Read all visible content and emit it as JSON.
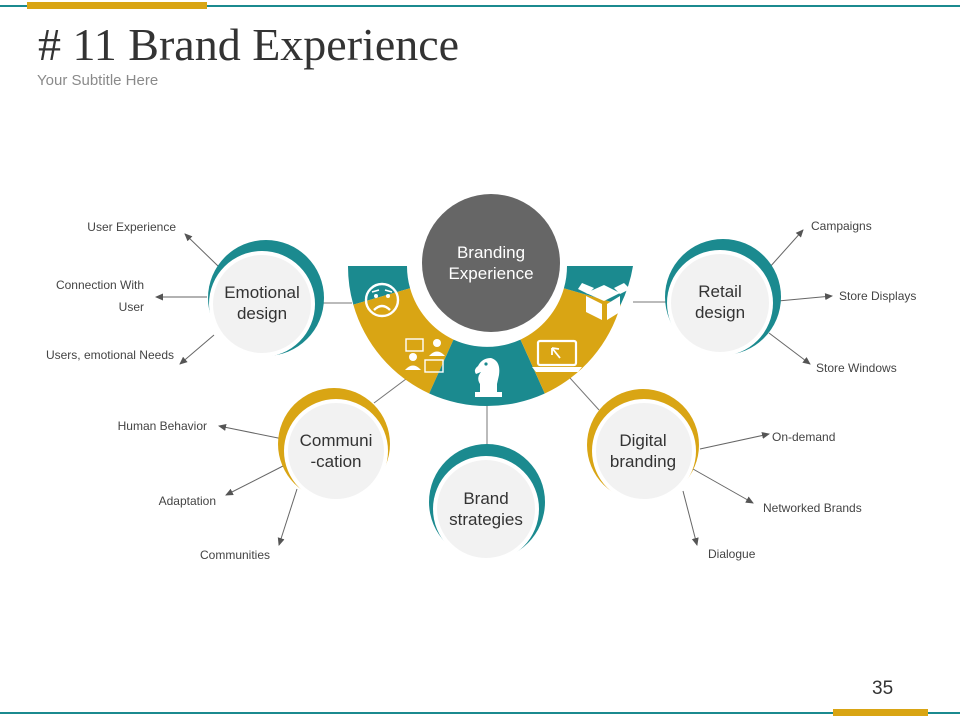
{
  "title": "# 11 Brand Experience",
  "subtitle": "Your Subtitle Here",
  "page_number": "35",
  "colors": {
    "teal": "#1b8a8f",
    "gold": "#d9a514",
    "hub": "#666666"
  },
  "hub": {
    "line1": "Branding",
    "line2": "Experience"
  },
  "nodes": {
    "emotional": {
      "line1": "Emotional",
      "line2": "design"
    },
    "retail": {
      "line1": "Retail",
      "line2": "design"
    },
    "communication": {
      "line1": "Communi",
      "line2": "-cation"
    },
    "strategies": {
      "line1": "Brand",
      "line2": "strategies"
    },
    "digital": {
      "line1": "Digital",
      "line2": "branding"
    }
  },
  "labels": {
    "user_experience": "User Experience",
    "connection_line1": "Connection With",
    "connection_line2": "User",
    "users_emotional_needs": "Users, emotional Needs",
    "campaigns": "Campaigns",
    "store_displays": "Store Displays",
    "store_windows": "Store Windows",
    "human_behavior": "Human Behavior",
    "adaptation": "Adaptation",
    "communities": "Communities",
    "on_demand": "On-demand",
    "networked_brands": "Networked Brands",
    "dialogue": "Dialogue"
  },
  "icons": [
    "sad-face-icon",
    "meeting-icon",
    "chess-knight-icon",
    "laptop-icon",
    "box-icon"
  ]
}
